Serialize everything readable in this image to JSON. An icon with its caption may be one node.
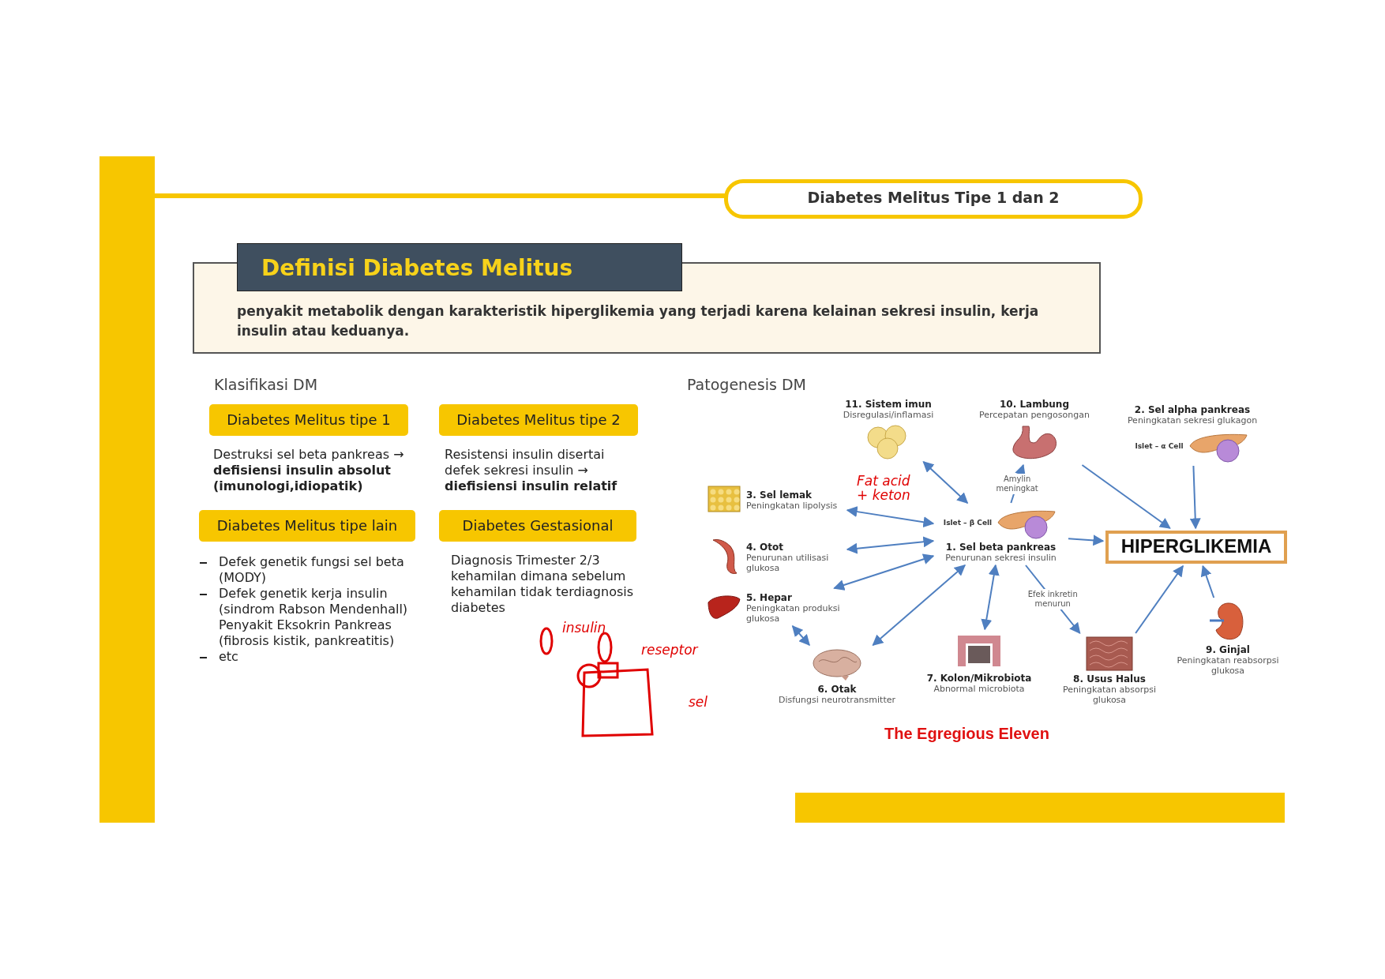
{
  "diagram": {
    "title": "Diabetes Melitus Tipe 1 dan 2",
    "nodes": [
      {
        "text": [
          "Definisi Diabetes Melitus",
          "penyakit metabolik dengan karakteristik **hiperglikemia** yang terjadi karena **kelainan sekresi insulin**, **kerja insulin** atau keduanya."
        ]
      },
      {
        "text": [
          "Diabetes Melitus tipe 1"
        ],
        "beside": [
          "Destruksi sel beta pankreas → **defisiensi insulin absolut (imunologi,idiopatik)**"
        ]
      },
      {
        "text": [
          "Diabetes Melitus tipe 2"
        ],
        "beside": [
          "Resistensi insulin disertai defek sekresi insulin → **diefisiensi insulin relatif**"
        ]
      },
      {
        "text": [
          "Diabetes Melitus tipe lain"
        ],
        "beside": [
          "Defek genetik fungsi sel beta (MODY)",
          "Defek genetik kerja insulin (sindrom Rabson Mendenhall) Penyakit Eksokrin Pankreas (fibrosis kistik, pankreatitis)",
          "etc"
        ]
      },
      {
        "text": [
          "Diabetes Gestasional"
        ],
        "beside": [
          "Diagnosis Trimester 2/3 kehamilan dimana sebelum kehamilan tidak terdiagnosis diabetes"
        ]
      },
      {
        "text": [
          "11. Sistem imun",
          "Disregulasi/inflamasi"
        ]
      },
      {
        "text": [
          "10. Lambung",
          "Percepatan pengosongan"
        ]
      },
      {
        "text": [
          "2. Sel alpha pankreas",
          "Peningkatan sekresi glukagon"
        ]
      },
      {
        "text": [
          "3. Sel lemak",
          "Peningkatan lipolysis"
        ]
      },
      {
        "text": [
          "4. Otot",
          "Penurunan utilisasi glukosa"
        ]
      },
      {
        "text": [
          "5. Hepar",
          "Peningkatan produksi glukosa"
        ]
      },
      {
        "text": [
          "1. Sel beta pankreas",
          "Penurunan sekresi insulin"
        ]
      },
      {
        "text": [
          "HIPERGLIKEMIA"
        ]
      },
      {
        "text": [
          "6. Otak",
          "Disfungsi neurotransmitter"
        ]
      },
      {
        "text": [
          "7. Kolon/Mikrobiota",
          "Abnormal microbiota"
        ]
      },
      {
        "text": [
          "8. Usus Halus",
          "Peningkatan absorpsi glukosa"
        ]
      },
      {
        "text": [
          "9. Ginjal",
          "Peningkatan reabsorpsi glukosa"
        ]
      }
    ],
    "edges": [
      {
        "from": 5,
        "to": 11,
        "arrow": "both"
      },
      {
        "from": 8,
        "to": 11,
        "arrow": "both"
      },
      {
        "from": 9,
        "to": 11,
        "arrow": "both"
      },
      {
        "from": 10,
        "to": 11,
        "arrow": "both"
      },
      {
        "from": 10,
        "to": 13,
        "arrow": "both"
      },
      {
        "from": 13,
        "to": 11,
        "arrow": "both"
      },
      {
        "from": 11,
        "to": 14,
        "arrow": "both"
      },
      {
        "from": 11,
        "to": 6,
        "arrow": "to",
        "label": "Amylin meningkat"
      },
      {
        "from": 11,
        "to": 12,
        "arrow": "to"
      },
      {
        "from": 6,
        "to": 12,
        "arrow": "to"
      },
      {
        "from": 7,
        "to": 12,
        "arrow": "to"
      },
      {
        "from": 11,
        "to": 15,
        "arrow": "to",
        "label": "Efek inkretin menurun"
      },
      {
        "from": 15,
        "to": 12,
        "arrow": "to"
      },
      {
        "from": 16,
        "to": 12,
        "arrow": "to"
      }
    ],
    "labels": [
      "Klasifikasi DM",
      "Patogenesis DM",
      "Islet – α Cell",
      "Islet – β Cell",
      "Fat acid + keton",
      "insulin",
      "reseptor",
      "sel",
      "The Egregious Eleven"
    ]
  }
}
